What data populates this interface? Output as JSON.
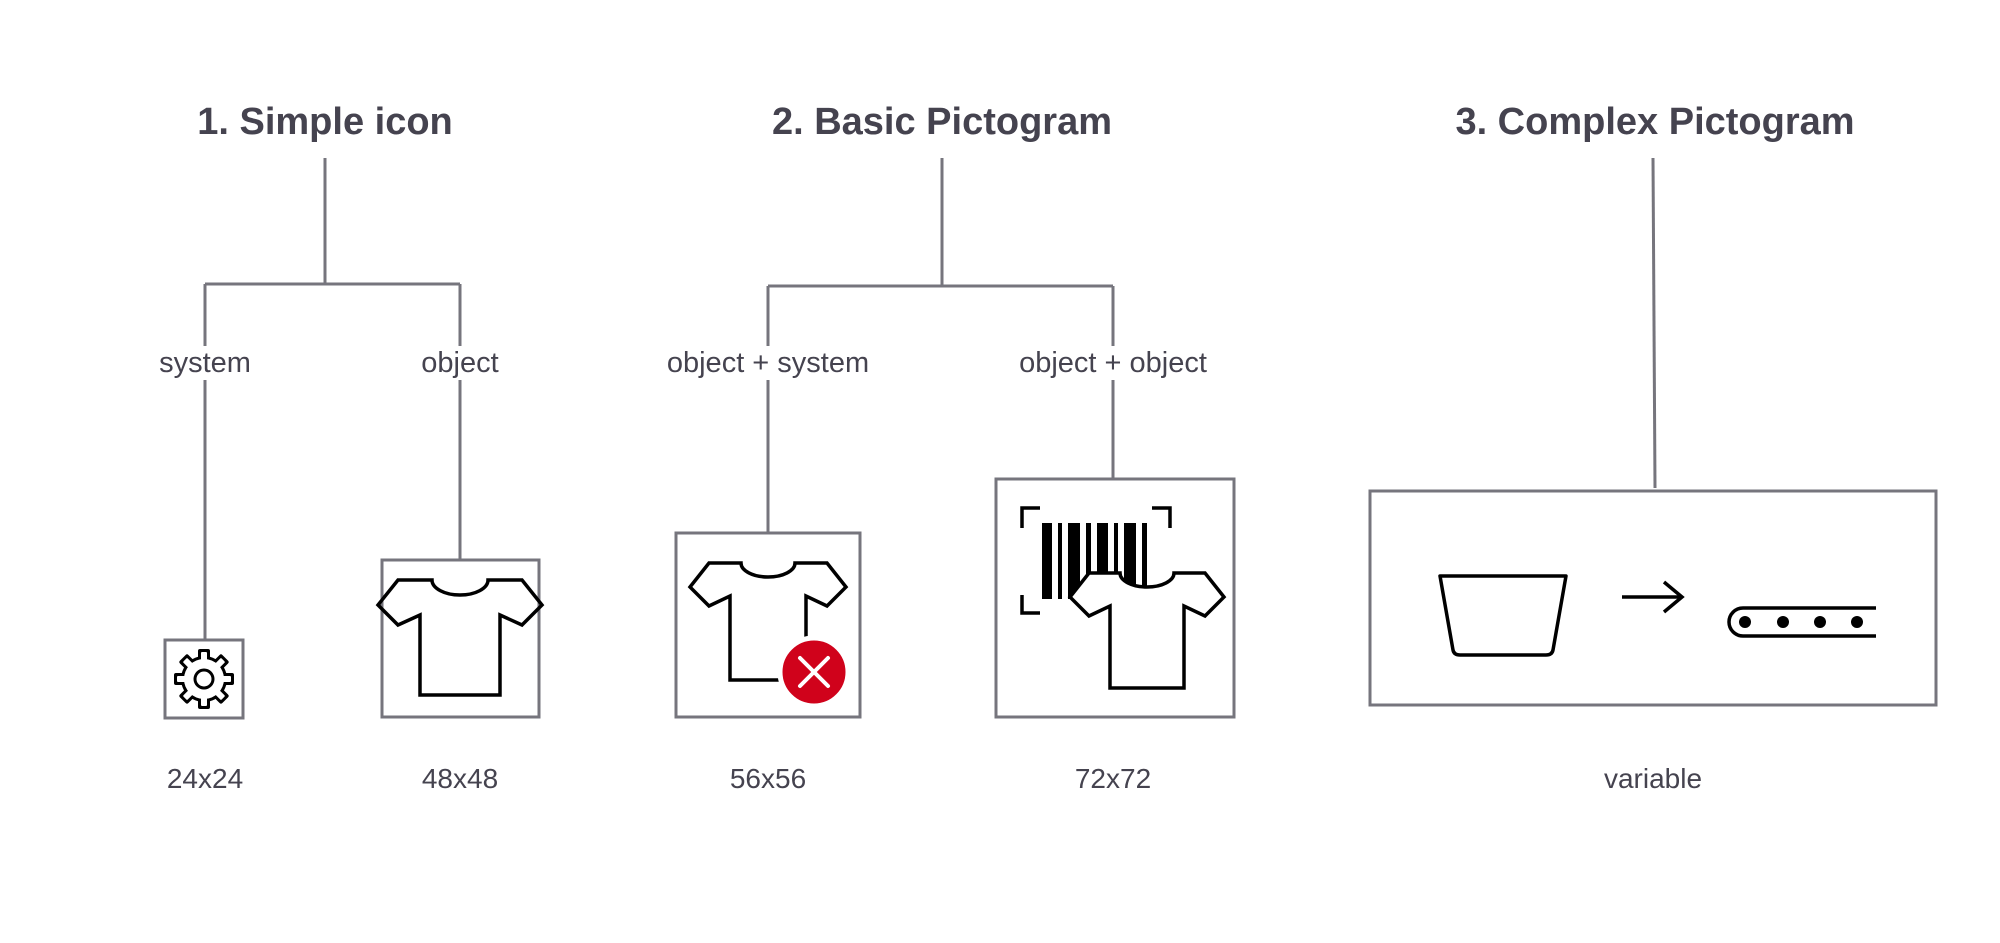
{
  "headings": {
    "simple_icon": "1. Simple icon",
    "basic_pictogram": "2. Basic Pictogram",
    "complex_pictogram": "3. Complex Pictogram"
  },
  "branches": {
    "system": "system",
    "object": "object",
    "object_system": "object + system",
    "object_object": "object + object"
  },
  "sizes": {
    "s24": "24x24",
    "s48": "48x48",
    "s56": "56x56",
    "s72": "72x72",
    "variable": "variable"
  },
  "icons": {
    "gear": "gear-icon",
    "tshirt": "tshirt-icon",
    "tshirt_error": "tshirt-with-error-icon",
    "barcode_tshirt": "barcode-scan-tshirt-icon",
    "process": "basket-to-conveyor-icon"
  },
  "colors": {
    "line": "#76757d",
    "text": "#45434f",
    "error": "#d0021b"
  }
}
